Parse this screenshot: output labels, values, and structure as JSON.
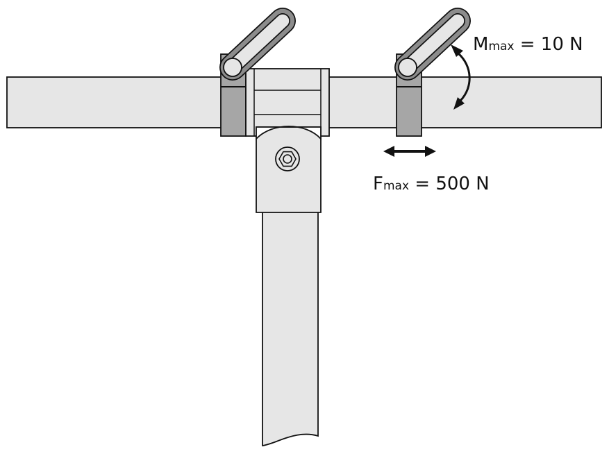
{
  "annotations": {
    "moment": {
      "symbol": "M",
      "subscript": "max",
      "rest": " = 10 N"
    },
    "force": {
      "symbol": "F",
      "subscript": "max",
      "rest": " = 500 N"
    }
  },
  "colors": {
    "tube_fill": "#e6e6e6",
    "clamp_fill": "#a6a6a6",
    "lever_fill": "#8c8c8c",
    "outline": "#111111",
    "background": "#ffffff"
  }
}
